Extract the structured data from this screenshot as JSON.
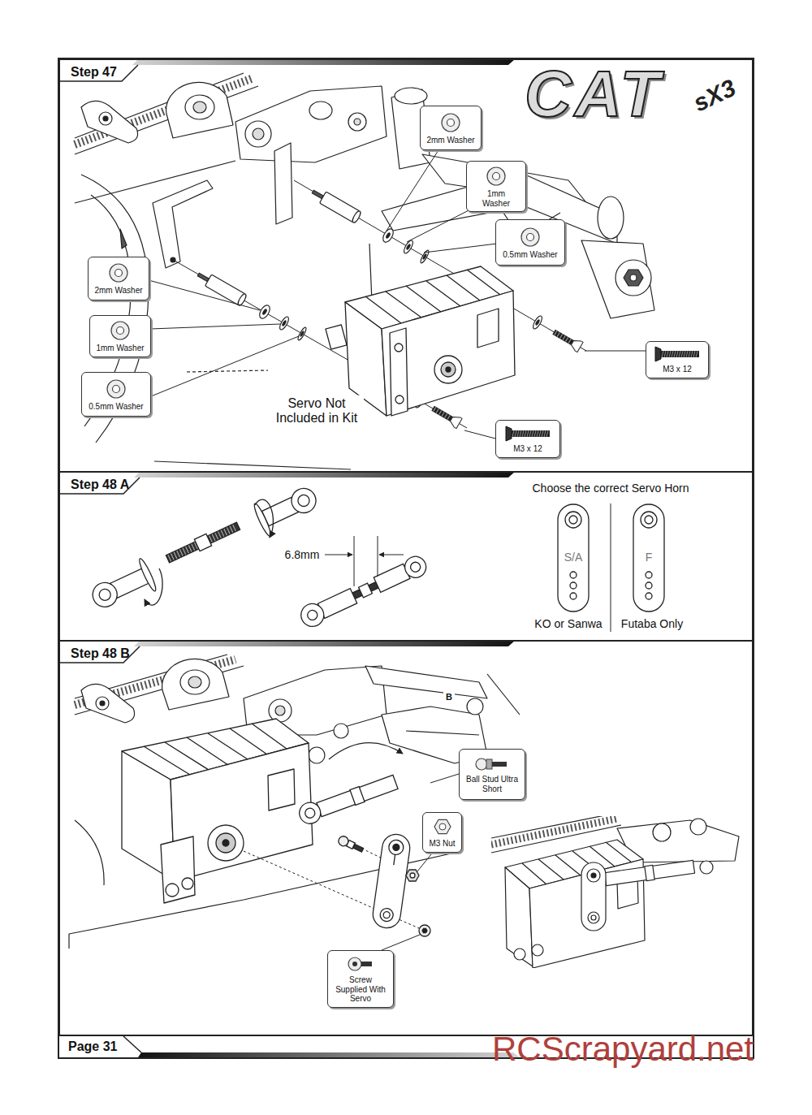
{
  "diagram": {
    "nodes": [
      {
        "text": [
          "Step 47"
        ]
      },
      {
        "text": [
          "2mm Washer"
        ],
        "in": 0
      },
      {
        "text": [
          "1mm Washer"
        ],
        "in": 0
      },
      {
        "text": [
          "0.5mm Washer"
        ],
        "in": 0
      },
      {
        "text": [
          "2mm Washer"
        ],
        "in": 0
      },
      {
        "text": [
          "1mm Washer"
        ],
        "in": 0
      },
      {
        "text": [
          "0.5mm Washer"
        ],
        "in": 0
      },
      {
        "text": [
          "M3 x 12"
        ],
        "in": 0
      },
      {
        "text": [
          "M3 x 12"
        ],
        "in": 0
      },
      {
        "text": [
          "Step 48 A"
        ]
      },
      {
        "text": [
          "Step 48 B"
        ]
      },
      {
        "text": [
          "Ball Stud Ultra Short"
        ],
        "in": 10
      },
      {
        "text": [
          "M3 Nut"
        ],
        "in": 10
      },
      {
        "text": [
          "Screw Supplied With Servo"
        ],
        "in": 10
      }
    ],
    "labels": [
      "CAT",
      "sX3",
      "Servo Not Included in Kit",
      "6.8mm",
      "Choose the correct Servo Horn",
      "S/A",
      "F",
      "KO or Sanwa",
      "Futaba Only",
      "B",
      "Page 31",
      "RCScrapyard.net"
    ]
  }
}
